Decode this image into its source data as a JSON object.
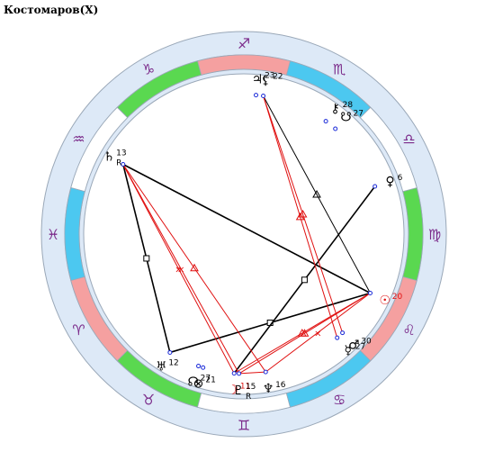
{
  "title": "Костомаров(X)",
  "footer": "",
  "colors": {
    "outer_ring": "#dde9f7",
    "ring_stroke": "#9aa8b8",
    "fire": "#f5a0a0",
    "earth": "#5ad850",
    "air": "#ffffff",
    "water": "#4cc8f0",
    "aspect_red": "#e01010",
    "aspect_black": "#000000",
    "planet_dot": "#1a2ad8"
  },
  "chart_data": {
    "type": "astrology-wheel",
    "signs": [
      {
        "name": "aries",
        "glyph": "♈",
        "element": "fire"
      },
      {
        "name": "taurus",
        "glyph": "♉",
        "element": "earth"
      },
      {
        "name": "gemini",
        "glyph": "♊",
        "element": "air"
      },
      {
        "name": "cancer",
        "glyph": "♋",
        "element": "water"
      },
      {
        "name": "leo",
        "glyph": "♌",
        "element": "fire"
      },
      {
        "name": "virgo",
        "glyph": "♍",
        "element": "earth"
      },
      {
        "name": "libra",
        "glyph": "♎",
        "element": "air"
      },
      {
        "name": "scorpio",
        "glyph": "♏",
        "element": "water"
      },
      {
        "name": "sagittarius",
        "glyph": "♐",
        "element": "fire"
      },
      {
        "name": "capricorn",
        "glyph": "♑",
        "element": "earth"
      },
      {
        "name": "aquarius",
        "glyph": "♒",
        "element": "air"
      },
      {
        "name": "pisces",
        "glyph": "♓",
        "element": "water"
      }
    ],
    "planets": [
      {
        "name": "sun",
        "glyph": "☉",
        "degree": "20",
        "lon": 140,
        "color": "#e01010"
      },
      {
        "name": "moon",
        "glyph": "☽",
        "degree": "11",
        "lon": 71,
        "color": "#e01010"
      },
      {
        "name": "mercury",
        "glyph": "☿",
        "degree": "27",
        "lon": 117,
        "color": "#000000"
      },
      {
        "name": "venus",
        "glyph": "♀",
        "degree": "6",
        "lon": 185,
        "color": "#000000"
      },
      {
        "name": "mars",
        "glyph": "♂",
        "degree": "30",
        "lon": 120,
        "color": "#000000"
      },
      {
        "name": "jupiter",
        "glyph": "♃",
        "degree": "23",
        "lon": 250,
        "color": "#000000"
      },
      {
        "name": "saturn",
        "glyph": "♄",
        "degree": "13",
        "retro": "R",
        "lon": 315,
        "color": "#000000"
      },
      {
        "name": "uranus",
        "glyph": "♅",
        "degree": "12",
        "lon": 43,
        "color": "#000000"
      },
      {
        "name": "neptune",
        "glyph": "♆",
        "degree": "16",
        "lon": 84,
        "color": "#000000"
      },
      {
        "name": "pluto",
        "glyph": "♇",
        "degree": "15",
        "retro": "R",
        "lon": 73,
        "color": "#000000"
      },
      {
        "name": "north-node",
        "glyph": "☊",
        "degree": "27",
        "lon": 56,
        "color": "#000000"
      },
      {
        "name": "south-node",
        "glyph": "☋",
        "degree": "27",
        "lon": 214,
        "color": "#000000"
      },
      {
        "name": "part-of-fortune",
        "glyph": "⊗",
        "degree": "21",
        "lon": 58,
        "color": "#000000"
      },
      {
        "name": "lilith",
        "glyph": "⚸",
        "degree": "22",
        "lon": 247,
        "color": "#000000"
      },
      {
        "name": "chiron",
        "glyph": "⚷",
        "degree": "28",
        "lon": 219,
        "color": "#000000"
      }
    ],
    "aspects": [
      {
        "from": "sun",
        "to": "uranus",
        "kind": "square",
        "color": "black"
      },
      {
        "from": "sun",
        "to": "lilith",
        "kind": "trine",
        "color": "black"
      },
      {
        "from": "sun",
        "to": "saturn",
        "kind": "opposition",
        "color": "black"
      },
      {
        "from": "venus",
        "to": "moon",
        "kind": "square",
        "color": "black"
      },
      {
        "from": "uranus",
        "to": "saturn",
        "kind": "square",
        "color": "black"
      },
      {
        "from": "sun",
        "to": "pluto",
        "kind": "trine",
        "color": "red"
      },
      {
        "from": "sun",
        "to": "moon",
        "kind": "trine",
        "color": "red"
      },
      {
        "from": "sun",
        "to": "neptune",
        "kind": "semisquare",
        "color": "red"
      },
      {
        "from": "mars",
        "to": "lilith",
        "kind": "trine",
        "color": "red"
      },
      {
        "from": "mercury",
        "to": "lilith",
        "kind": "trine",
        "color": "red"
      },
      {
        "from": "neptune",
        "to": "pluto",
        "kind": "conjunction",
        "color": "red"
      },
      {
        "from": "neptune",
        "to": "saturn",
        "kind": "trine",
        "color": "red"
      },
      {
        "from": "pluto",
        "to": "saturn",
        "kind": "semisquare",
        "color": "red"
      },
      {
        "from": "moon",
        "to": "saturn",
        "kind": "semisquare",
        "color": "red"
      }
    ]
  }
}
